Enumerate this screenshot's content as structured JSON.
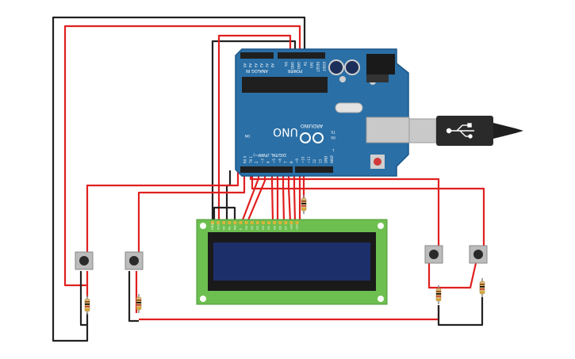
{
  "colors": {
    "board": "#2a6fa6",
    "board_edge": "#1c5688",
    "header": "#1f1f1f",
    "lcd_pcb": "#6dbf4f",
    "lcd_screen": "#1d2f6b",
    "wire_red": "#e02020",
    "wire_black": "#222222",
    "usb_metal": "#c9c9c9",
    "resistor_body": "#d9b878"
  },
  "arduino": {
    "name": "UNO",
    "brand": "ARDUINO",
    "analog_label": "ANALOG IN",
    "power_label": "POWER",
    "digital_label": "DIGITAL (PWM~)",
    "power_pins": [
      "IOREF",
      "RESET",
      "3V3",
      "5V",
      "GND",
      "GND",
      "Vin"
    ],
    "analog_pins": [
      "A0",
      "A1",
      "A2",
      "A3",
      "A4",
      "A5"
    ],
    "digital_pins": [
      "AREF",
      "GND",
      "13",
      "12",
      "~11",
      "~10",
      "~9",
      "8",
      "7",
      "~6",
      "~5",
      "4",
      "~3",
      "2",
      "TX 1",
      "RX 0"
    ],
    "led_labels": [
      "L",
      "TX",
      "RX",
      "ON"
    ],
    "reset_icon": "reset-button"
  },
  "lcd": {
    "pin_labels": [
      "GND",
      "VCC",
      "V0",
      "RS",
      "RW",
      "E",
      "D0",
      "D1",
      "D2",
      "D3",
      "D4",
      "D5",
      "D6",
      "D7",
      "LED",
      "LED"
    ]
  },
  "components": {
    "buttons": [
      "push-button",
      "push-button",
      "push-button",
      "push-button"
    ],
    "resistors": [
      "resistor",
      "resistor",
      "resistor",
      "resistor",
      "resistor"
    ]
  }
}
